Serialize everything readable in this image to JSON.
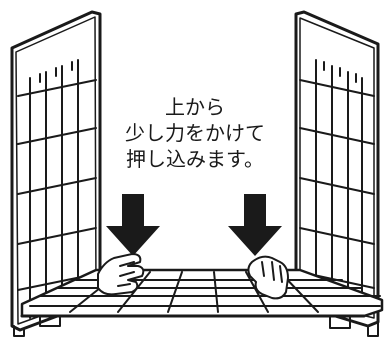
{
  "instruction": {
    "line1": "上から",
    "line2": "少し力をかけて",
    "line3": "押し込みます。"
  },
  "icons": {
    "left_arrow": "down-arrow-icon",
    "right_arrow": "down-arrow-icon",
    "left_hand": "hand-press-icon",
    "right_hand": "hand-press-icon"
  },
  "colors": {
    "ink": "#1a1a1a",
    "background": "#ffffff"
  }
}
